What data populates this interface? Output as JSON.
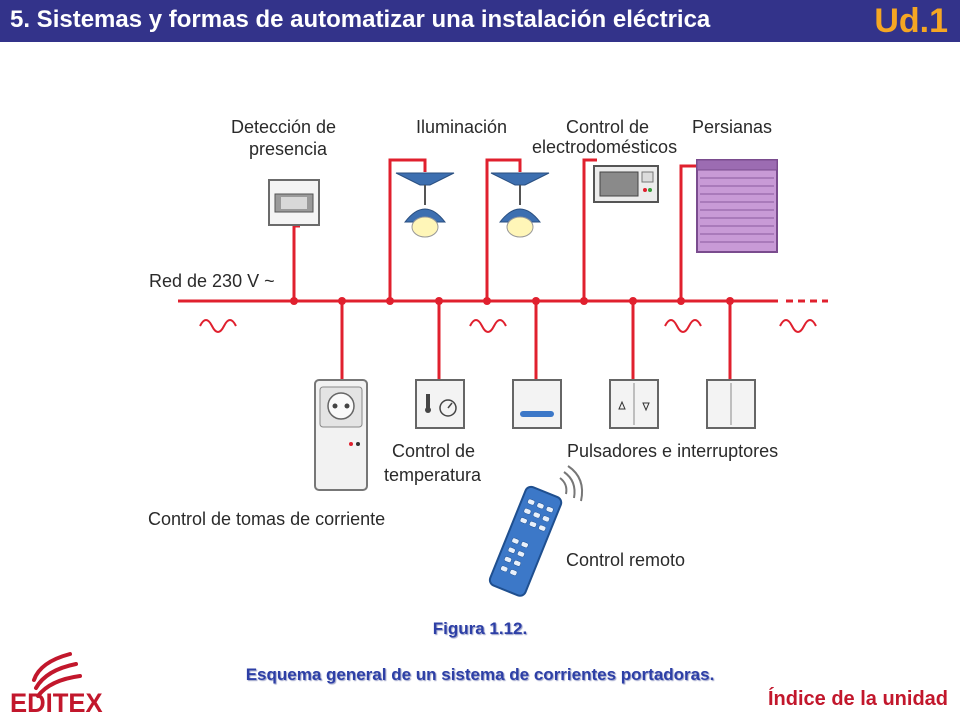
{
  "header": {
    "title": "5.  Sistemas y formas de automatizar una instalación eléctrica",
    "unit": "Ud.1"
  },
  "diagram": {
    "labels": {
      "deteccion": "Detección de",
      "presencia": "presencia",
      "iluminacion": "Iluminación",
      "control_de": "Control de",
      "electrodomesticos": "electrodomésticos",
      "persianas": "Persianas",
      "red": "Red de 230 V ~",
      "control_temp_1": "Control de",
      "control_temp_2": "temperatura",
      "pulsadores": "Pulsadores e interruptores",
      "tomas": "Control de tomas de corriente",
      "remoto": "Control remoto"
    },
    "colors": {
      "bus": "#e0202e",
      "device_border": "#6b6b6b",
      "remote": "#3c78c8",
      "blind": "#b07cc6"
    }
  },
  "captions": {
    "figure": "Figura 1.12.",
    "description": "Esquema general de un sistema de corrientes portadoras."
  },
  "footer": {
    "logo_text": "EDITEX",
    "index_link": "Índice de la unidad"
  }
}
